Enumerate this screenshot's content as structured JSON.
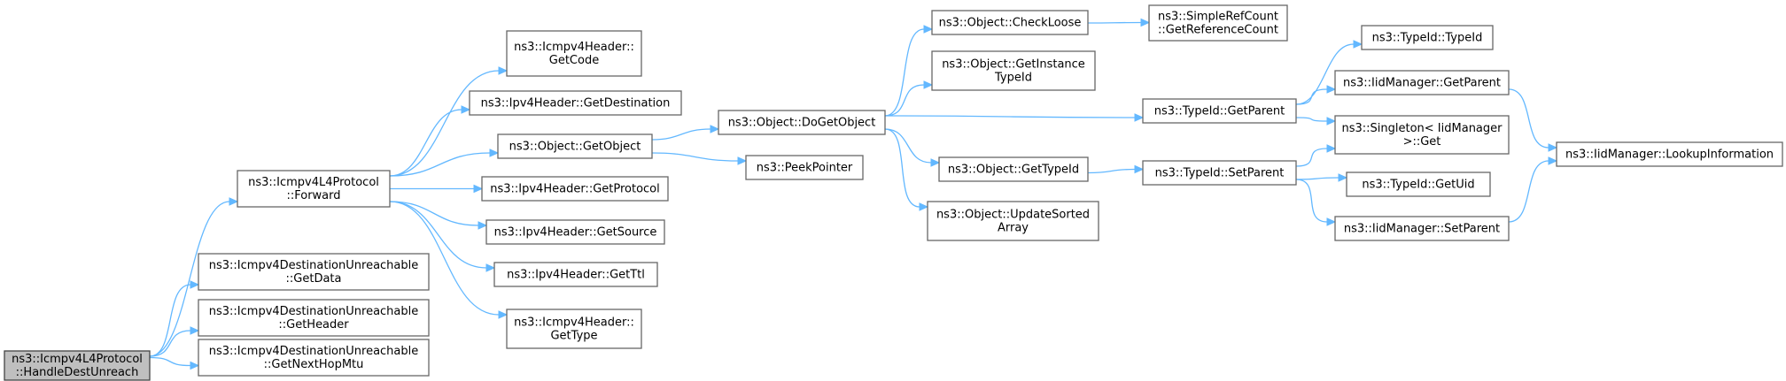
{
  "graph": {
    "title": "",
    "edge_color": "#63b8ff",
    "root_fill": "#bfbfbf",
    "nodes": [
      {
        "id": "handledest",
        "lines": [
          "ns3::Icmpv4L4Protocol",
          "::HandleDestUnreach"
        ],
        "root": true
      },
      {
        "id": "forward",
        "lines": [
          "ns3::Icmpv4L4Protocol",
          "::Forward"
        ]
      },
      {
        "id": "getdata",
        "lines": [
          "ns3::Icmpv4DestinationUnreachable",
          "::GetData"
        ]
      },
      {
        "id": "getheader",
        "lines": [
          "ns3::Icmpv4DestinationUnreachable",
          "::GetHeader"
        ]
      },
      {
        "id": "getnexthop",
        "lines": [
          "ns3::Icmpv4DestinationUnreachable",
          "::GetNextHopMtu"
        ]
      },
      {
        "id": "getcode",
        "lines": [
          "ns3::Icmpv4Header::",
          "GetCode"
        ]
      },
      {
        "id": "getdest",
        "lines": [
          "ns3::Ipv4Header::GetDestination"
        ]
      },
      {
        "id": "getobject",
        "lines": [
          "ns3::Object::GetObject"
        ]
      },
      {
        "id": "getprotocol",
        "lines": [
          "ns3::Ipv4Header::GetProtocol"
        ]
      },
      {
        "id": "getsource",
        "lines": [
          "ns3::Ipv4Header::GetSource"
        ]
      },
      {
        "id": "getttl",
        "lines": [
          "ns3::Ipv4Header::GetTtl"
        ]
      },
      {
        "id": "gettype",
        "lines": [
          "ns3::Icmpv4Header::",
          "GetType"
        ]
      },
      {
        "id": "dogetobject",
        "lines": [
          "ns3::Object::DoGetObject"
        ]
      },
      {
        "id": "peekpointer",
        "lines": [
          "ns3::PeekPointer"
        ]
      },
      {
        "id": "checkloose",
        "lines": [
          "ns3::Object::CheckLoose"
        ]
      },
      {
        "id": "getinstancetypeid",
        "lines": [
          "ns3::Object::GetInstance",
          "TypeId"
        ]
      },
      {
        "id": "getobjtypeid",
        "lines": [
          "ns3::Object::GetTypeId"
        ]
      },
      {
        "id": "updatesorted",
        "lines": [
          "ns3::Object::UpdateSorted",
          "Array"
        ]
      },
      {
        "id": "getrefcount",
        "lines": [
          "ns3::SimpleRefCount",
          "::GetReferenceCount"
        ]
      },
      {
        "id": "tid_getparent",
        "lines": [
          "ns3::TypeId::GetParent"
        ]
      },
      {
        "id": "tid_setparent",
        "lines": [
          "ns3::TypeId::SetParent"
        ]
      },
      {
        "id": "tid_typeid",
        "lines": [
          "ns3::TypeId::TypeId"
        ]
      },
      {
        "id": "iid_getparent",
        "lines": [
          "ns3::IidManager::GetParent"
        ]
      },
      {
        "id": "singleton",
        "lines": [
          "ns3::Singleton< IidManager",
          ">::Get"
        ]
      },
      {
        "id": "getuid",
        "lines": [
          "ns3::TypeId::GetUid"
        ]
      },
      {
        "id": "iid_setparent",
        "lines": [
          "ns3::IidManager::SetParent"
        ]
      },
      {
        "id": "lookup",
        "lines": [
          "ns3::IidManager::LookupInformation"
        ]
      }
    ],
    "edges": [
      [
        "handledest",
        "forward"
      ],
      [
        "handledest",
        "getdata"
      ],
      [
        "handledest",
        "getheader"
      ],
      [
        "handledest",
        "getnexthop"
      ],
      [
        "forward",
        "getcode"
      ],
      [
        "forward",
        "getdest"
      ],
      [
        "forward",
        "getobject"
      ],
      [
        "forward",
        "getprotocol"
      ],
      [
        "forward",
        "getsource"
      ],
      [
        "forward",
        "getttl"
      ],
      [
        "forward",
        "gettype"
      ],
      [
        "getobject",
        "dogetobject"
      ],
      [
        "getobject",
        "peekpointer"
      ],
      [
        "dogetobject",
        "checkloose"
      ],
      [
        "dogetobject",
        "getinstancetypeid"
      ],
      [
        "dogetobject",
        "tid_getparent"
      ],
      [
        "dogetobject",
        "getobjtypeid"
      ],
      [
        "dogetobject",
        "updatesorted"
      ],
      [
        "checkloose",
        "getrefcount"
      ],
      [
        "getobjtypeid",
        "tid_setparent"
      ],
      [
        "tid_getparent",
        "tid_typeid"
      ],
      [
        "tid_getparent",
        "iid_getparent"
      ],
      [
        "tid_getparent",
        "singleton"
      ],
      [
        "tid_setparent",
        "singleton"
      ],
      [
        "tid_setparent",
        "getuid"
      ],
      [
        "tid_setparent",
        "iid_setparent"
      ],
      [
        "iid_getparent",
        "lookup"
      ],
      [
        "iid_setparent",
        "lookup"
      ]
    ]
  }
}
